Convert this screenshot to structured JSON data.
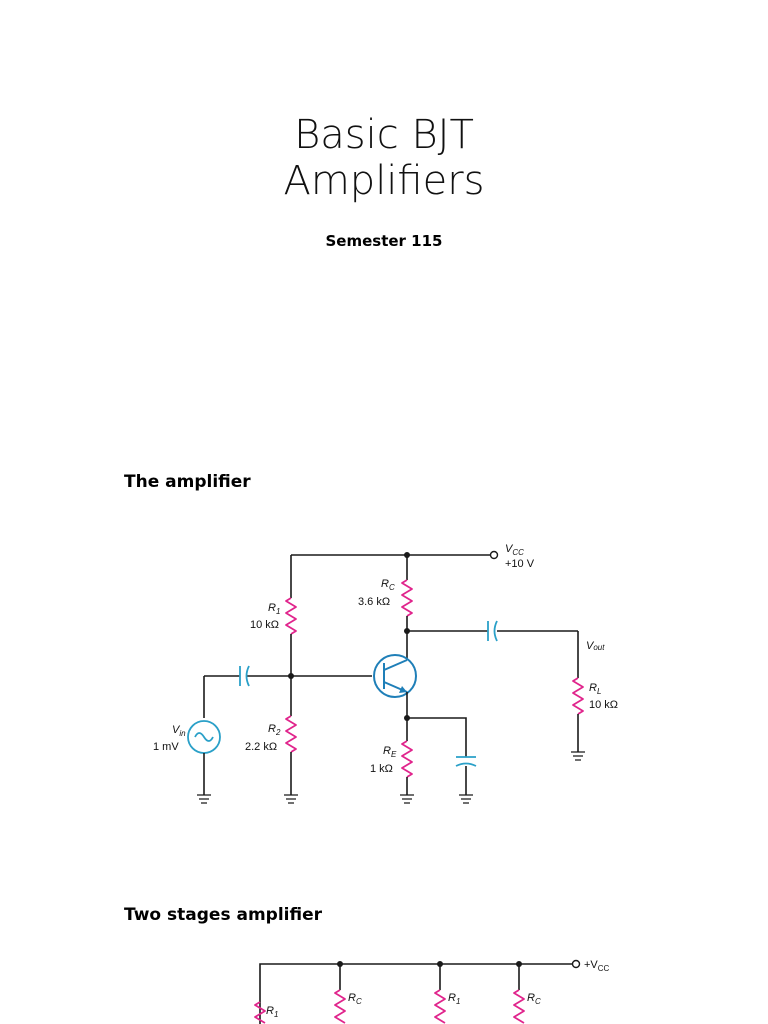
{
  "title": {
    "line1": "Basic BJT",
    "line2": "Amplifiers"
  },
  "subtitle": "Semester 115",
  "section1": {
    "heading": "The amplifier",
    "vcc": {
      "name": "V",
      "sub": "CC",
      "value": "+10 V"
    },
    "r1": {
      "name": "R",
      "sub": "1",
      "value": "10 kΩ"
    },
    "r2": {
      "name": "R",
      "sub": "2",
      "value": "2.2 kΩ"
    },
    "rc": {
      "name": "R",
      "sub": "C",
      "value": "3.6 kΩ"
    },
    "re": {
      "name": "R",
      "sub": "E",
      "value": "1 kΩ"
    },
    "rl": {
      "name": "R",
      "sub": "L",
      "value": "10 kΩ"
    },
    "vin": {
      "name": "V",
      "sub": "in",
      "value": "1 mV"
    },
    "vout": {
      "name": "V",
      "sub": "out"
    }
  },
  "section2": {
    "heading": "Two stages amplifier",
    "vcc": {
      "prefix": "+V",
      "sub": "CC"
    },
    "labels": [
      {
        "name": "R",
        "sub": "1"
      },
      {
        "name": "R",
        "sub": "C"
      },
      {
        "name": "R",
        "sub": "1"
      },
      {
        "name": "R",
        "sub": "C"
      }
    ]
  }
}
